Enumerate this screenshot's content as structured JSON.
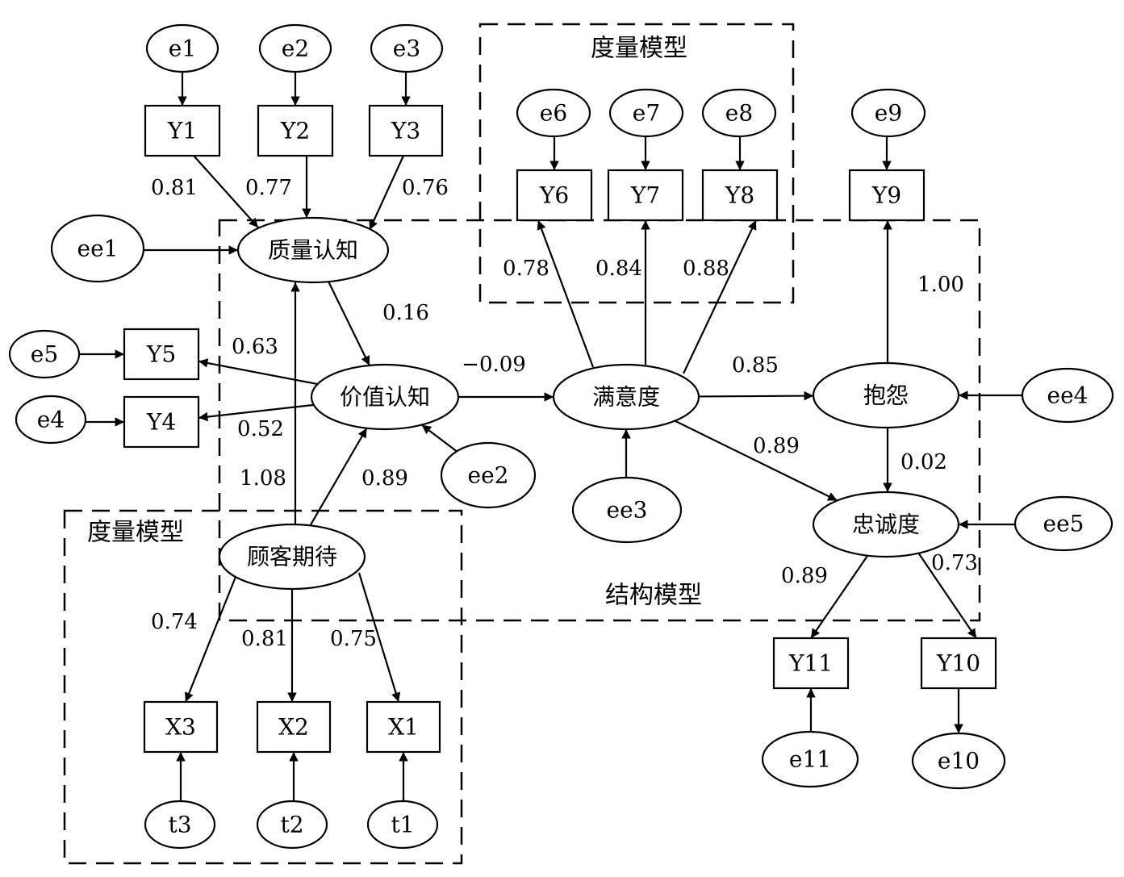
{
  "diagram": {
    "type": "structural-equation-model",
    "frames": [
      {
        "id": "measure_top",
        "label": "度量模型"
      },
      {
        "id": "structural",
        "label": "结构模型"
      },
      {
        "id": "measure_bottom",
        "label": "度量模型"
      }
    ],
    "latent": [
      {
        "id": "quality",
        "label": "质量认知"
      },
      {
        "id": "value",
        "label": "价值认知"
      },
      {
        "id": "expect",
        "label": "顾客期待"
      },
      {
        "id": "satisfy",
        "label": "满意度"
      },
      {
        "id": "complain",
        "label": "抱怨"
      },
      {
        "id": "loyalty",
        "label": "忠诚度"
      }
    ],
    "observed": [
      {
        "id": "Y1",
        "label": "Y1"
      },
      {
        "id": "Y2",
        "label": "Y2"
      },
      {
        "id": "Y3",
        "label": "Y3"
      },
      {
        "id": "Y4",
        "label": "Y4"
      },
      {
        "id": "Y5",
        "label": "Y5"
      },
      {
        "id": "Y6",
        "label": "Y6"
      },
      {
        "id": "Y7",
        "label": "Y7"
      },
      {
        "id": "Y8",
        "label": "Y8"
      },
      {
        "id": "Y9",
        "label": "Y9"
      },
      {
        "id": "Y10",
        "label": "Y10"
      },
      {
        "id": "Y11",
        "label": "Y11"
      },
      {
        "id": "X1",
        "label": "X1"
      },
      {
        "id": "X2",
        "label": "X2"
      },
      {
        "id": "X3",
        "label": "X3"
      }
    ],
    "errors": [
      {
        "id": "e1",
        "label": "e1"
      },
      {
        "id": "e2",
        "label": "e2"
      },
      {
        "id": "e3",
        "label": "e3"
      },
      {
        "id": "e4",
        "label": "e4"
      },
      {
        "id": "e5",
        "label": "e5"
      },
      {
        "id": "e6",
        "label": "e6"
      },
      {
        "id": "e7",
        "label": "e7"
      },
      {
        "id": "e8",
        "label": "e8"
      },
      {
        "id": "e9",
        "label": "e9"
      },
      {
        "id": "e10",
        "label": "e10"
      },
      {
        "id": "e11",
        "label": "e11"
      },
      {
        "id": "t1",
        "label": "t1"
      },
      {
        "id": "t2",
        "label": "t2"
      },
      {
        "id": "t3",
        "label": "t3"
      },
      {
        "id": "ee1",
        "label": "ee1"
      },
      {
        "id": "ee2",
        "label": "ee2"
      },
      {
        "id": "ee3",
        "label": "ee3"
      },
      {
        "id": "ee4",
        "label": "ee4"
      },
      {
        "id": "ee5",
        "label": "ee5"
      }
    ],
    "paths": [
      {
        "from": "Y1",
        "to": "quality",
        "coef": "0.81"
      },
      {
        "from": "Y2",
        "to": "quality",
        "coef": "0.77"
      },
      {
        "from": "Y3",
        "to": "quality",
        "coef": "0.76"
      },
      {
        "from": "quality",
        "to": "value",
        "coef": "0.16"
      },
      {
        "from": "value",
        "to": "Y5",
        "coef": "0.63"
      },
      {
        "from": "value",
        "to": "Y4",
        "coef": "0.52"
      },
      {
        "from": "expect",
        "to": "quality",
        "coef": "1.08"
      },
      {
        "from": "expect",
        "to": "value",
        "coef": "0.89"
      },
      {
        "from": "value",
        "to": "satisfy",
        "coef": "−0.09"
      },
      {
        "from": "satisfy",
        "to": "Y6",
        "coef": "0.78"
      },
      {
        "from": "satisfy",
        "to": "Y7",
        "coef": "0.84"
      },
      {
        "from": "satisfy",
        "to": "Y8",
        "coef": "0.88"
      },
      {
        "from": "satisfy",
        "to": "complain",
        "coef": "0.85"
      },
      {
        "from": "complain",
        "to": "Y9",
        "coef": "1.00"
      },
      {
        "from": "satisfy",
        "to": "loyalty",
        "coef": "0.89"
      },
      {
        "from": "complain",
        "to": "loyalty",
        "coef": "0.02"
      },
      {
        "from": "loyalty",
        "to": "Y11",
        "coef": "0.89"
      },
      {
        "from": "loyalty",
        "to": "Y10",
        "coef": "0.73"
      },
      {
        "from": "expect",
        "to": "X3",
        "coef": "0.74"
      },
      {
        "from": "expect",
        "to": "X2",
        "coef": "0.81"
      },
      {
        "from": "expect",
        "to": "X1",
        "coef": "0.75"
      }
    ]
  }
}
